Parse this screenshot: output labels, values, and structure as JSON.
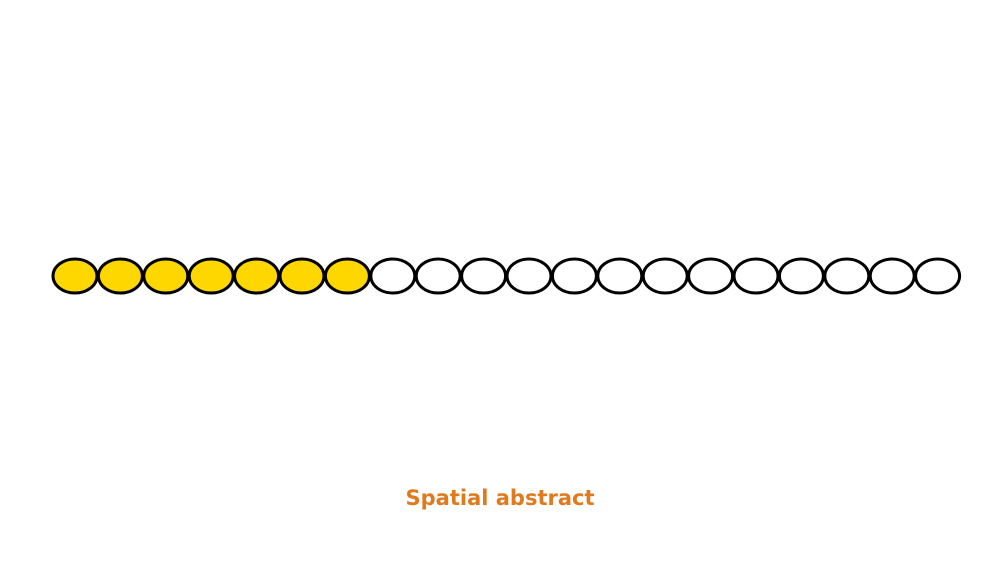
{
  "beads": {
    "total": 20,
    "filled": 7,
    "fill_color": "#FFD700",
    "empty_color": "#FFFFFF",
    "outline_color": "#000000"
  },
  "caption": {
    "text": "Spatial abstract",
    "color": "#E07A1F"
  }
}
